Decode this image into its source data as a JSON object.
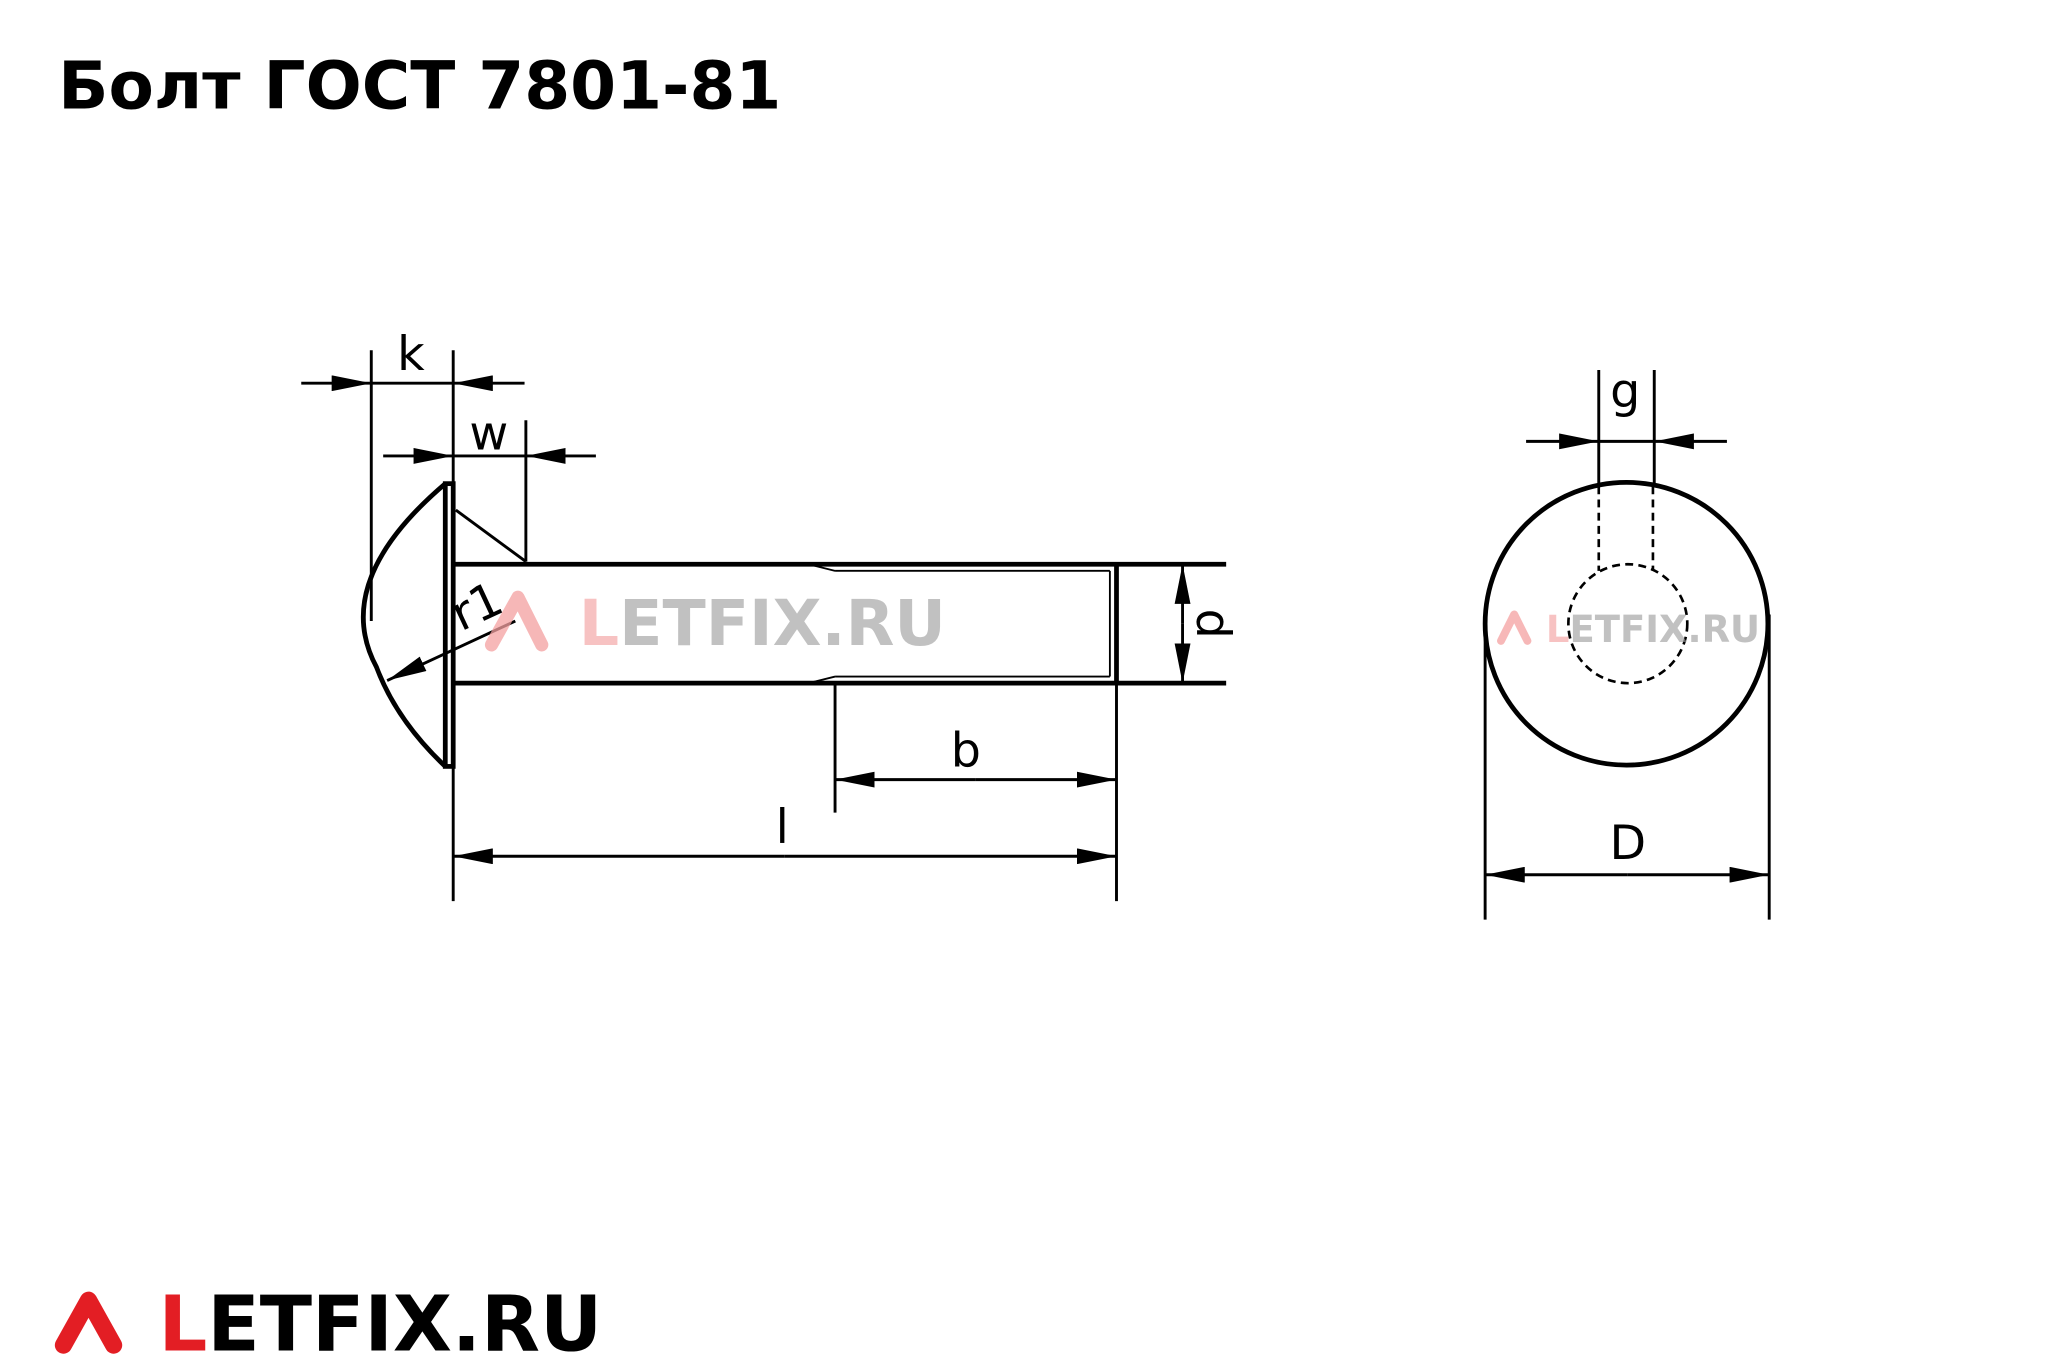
{
  "title": "Болт ГОСТ 7801-81",
  "labels": {
    "k": "k",
    "w": "w",
    "r1": "r1",
    "d": "d",
    "b": "b",
    "l": "l",
    "g": "g",
    "D": "D"
  },
  "watermark": {
    "first": "L",
    "rest": "ETFIX.RU"
  },
  "logo": {
    "first": "L",
    "rest": "ETFIX.RU",
    "accent_color": "#e31e24",
    "text_color": "#000000"
  }
}
